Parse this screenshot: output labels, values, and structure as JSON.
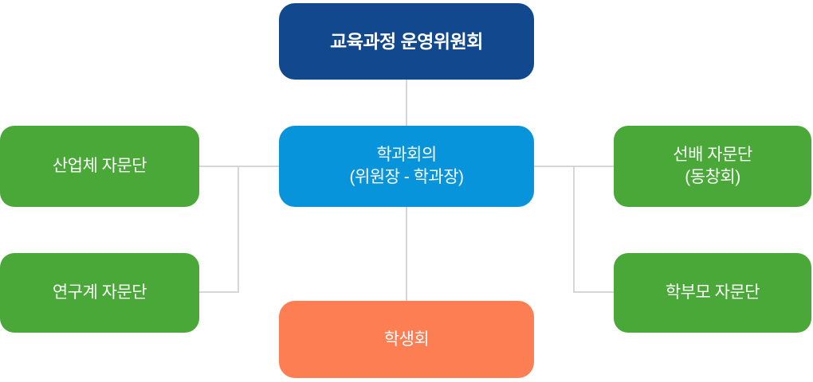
{
  "colors": {
    "dark_blue": "#11488E",
    "light_blue": "#0894DB",
    "green": "#4AA838",
    "orange": "#FC7E52",
    "connector": "#D6D6D6",
    "text": "#FFFFFF"
  },
  "nodes": {
    "committee": {
      "label": "교육과정 운영위원회"
    },
    "dept_meeting": {
      "line1": "학과회의",
      "line2": "(위원장 - 학과장)"
    },
    "industry": {
      "label": "산업체 자문단"
    },
    "research": {
      "label": "연구계 자문단"
    },
    "senior": {
      "line1": "선배 자문단",
      "line2": "(동창회)"
    },
    "parent": {
      "label": "학부모 자문단"
    },
    "student_council": {
      "label": "학생회"
    }
  }
}
